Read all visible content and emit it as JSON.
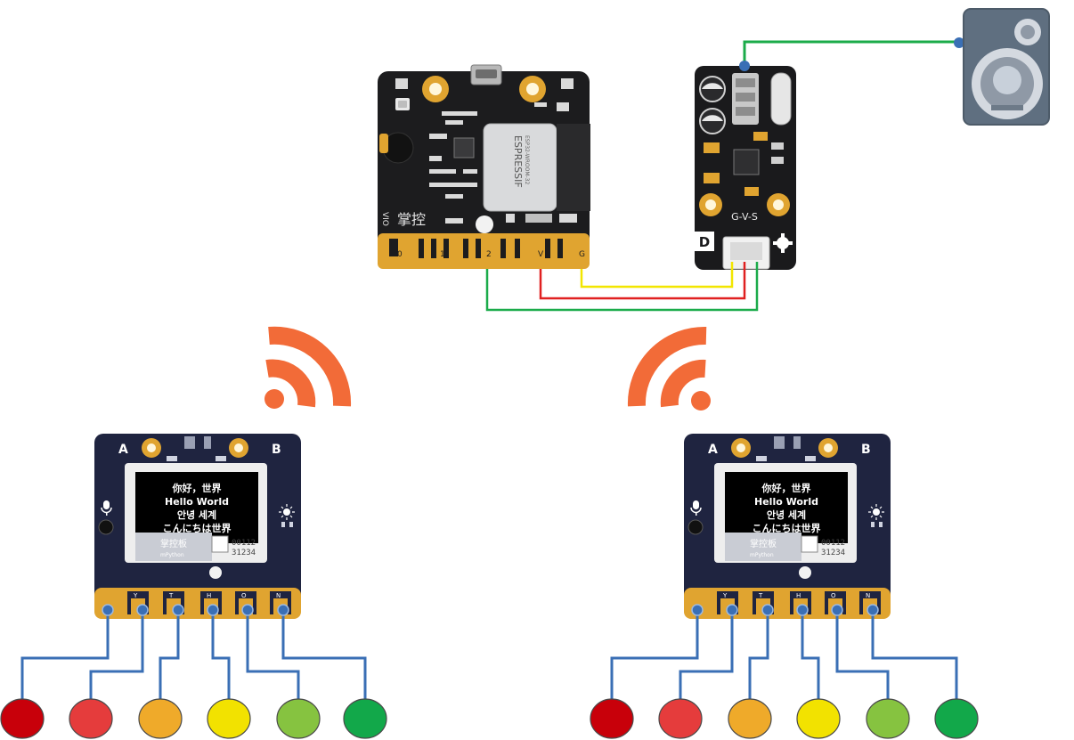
{
  "main_board": {
    "logo_text": "掌控",
    "chip_brand": "ESPRESSIF",
    "chip_model": "ESP32-WROOM-32",
    "pin_labels": [
      "0",
      "1",
      "2",
      "V",
      "G"
    ],
    "side_label": "VIO"
  },
  "speaker_module": {
    "pin_label": "G-V-S",
    "type_label": "D"
  },
  "handheld": {
    "left_button": "A",
    "right_button": "B",
    "screen_lines": [
      "你好，世界",
      "Hello World",
      "안녕 세계",
      "こんにちは世界"
    ],
    "logo_text": "掌控板",
    "logo_sub": "mPython",
    "code_line_1": "00112",
    "code_line_2": "31234",
    "pin_labels": [
      "",
      "Y",
      "T",
      "H",
      "O",
      "N"
    ]
  },
  "colors": {
    "wire_green": "#1bab4a",
    "wire_red": "#e02020",
    "wire_yellow": "#f2e600",
    "wire_blue": "#3a6fb5",
    "wifi_orange": "#f26b38",
    "board_dark": "#1c1c1e",
    "board_navy": "#1f2440",
    "gold": "#e0a430",
    "led_colors": [
      "#c8000a",
      "#e53c3c",
      "#efaa2a",
      "#f2e200",
      "#86c340",
      "#12a84a"
    ]
  },
  "icons": [
    "wifi-icon",
    "speaker-icon",
    "microphone-icon",
    "light-sensor-icon"
  ]
}
